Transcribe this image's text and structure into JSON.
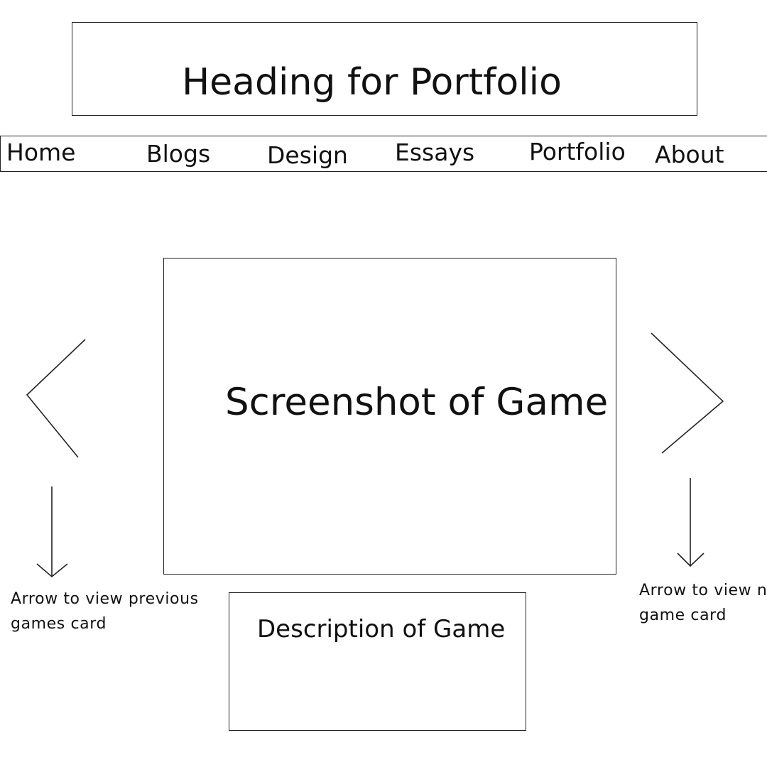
{
  "header": {
    "title": "Heading for Portfolio"
  },
  "nav": {
    "items": [
      {
        "label": "Home"
      },
      {
        "label": "Blogs"
      },
      {
        "label": "Design"
      },
      {
        "label": "Essays"
      },
      {
        "label": "Portfolio"
      },
      {
        "label": "About"
      }
    ]
  },
  "carousel": {
    "screenshot_label": "Screenshot of Game",
    "description_label": "Description of Game",
    "prev_icon": "chevron-left-icon",
    "next_icon": "chevron-right-icon"
  },
  "annotations": {
    "prev_note_line1": "Arrow to  view previous",
    "prev_note_line2": " games card",
    "next_note_line1": "Arrow to  view next",
    "next_note_line2": "game card"
  }
}
